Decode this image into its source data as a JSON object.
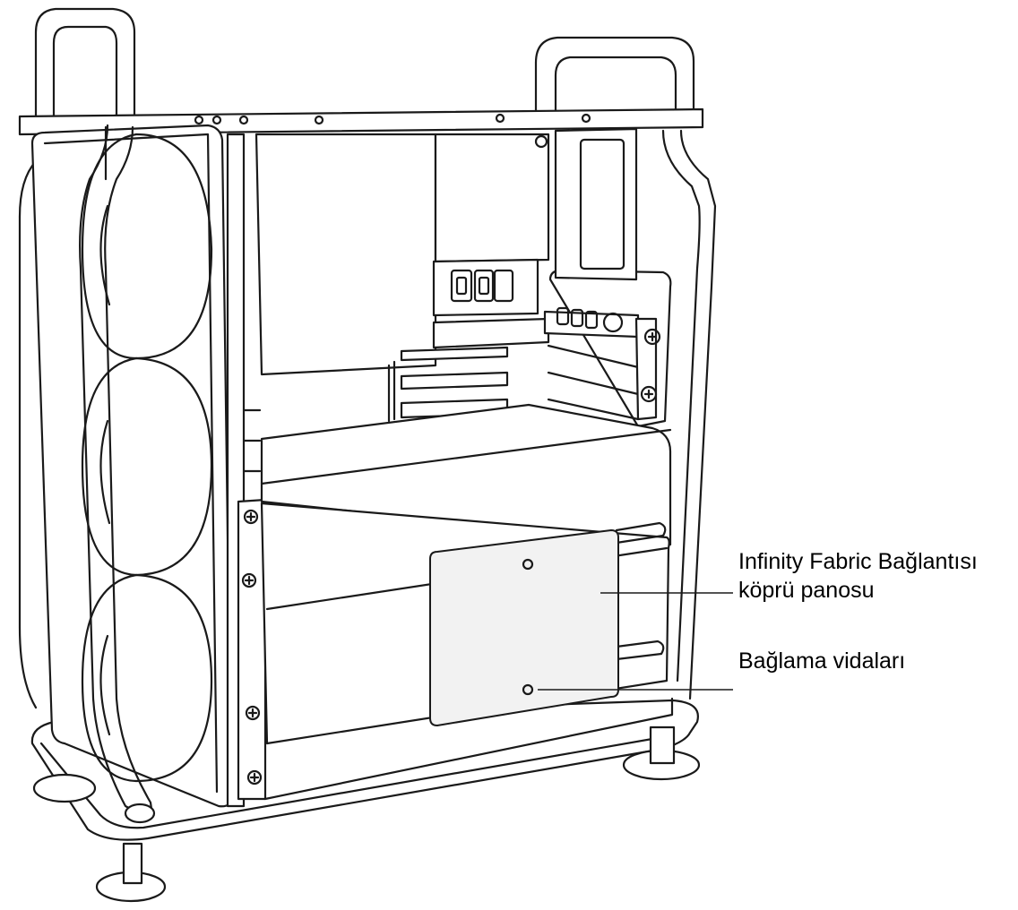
{
  "callouts": {
    "bridge_board": {
      "line1": "Infinity Fabric Bağlantısı",
      "line2": "köprü panosu"
    },
    "mounting_screws": {
      "label": "Bağlama vidaları"
    }
  }
}
